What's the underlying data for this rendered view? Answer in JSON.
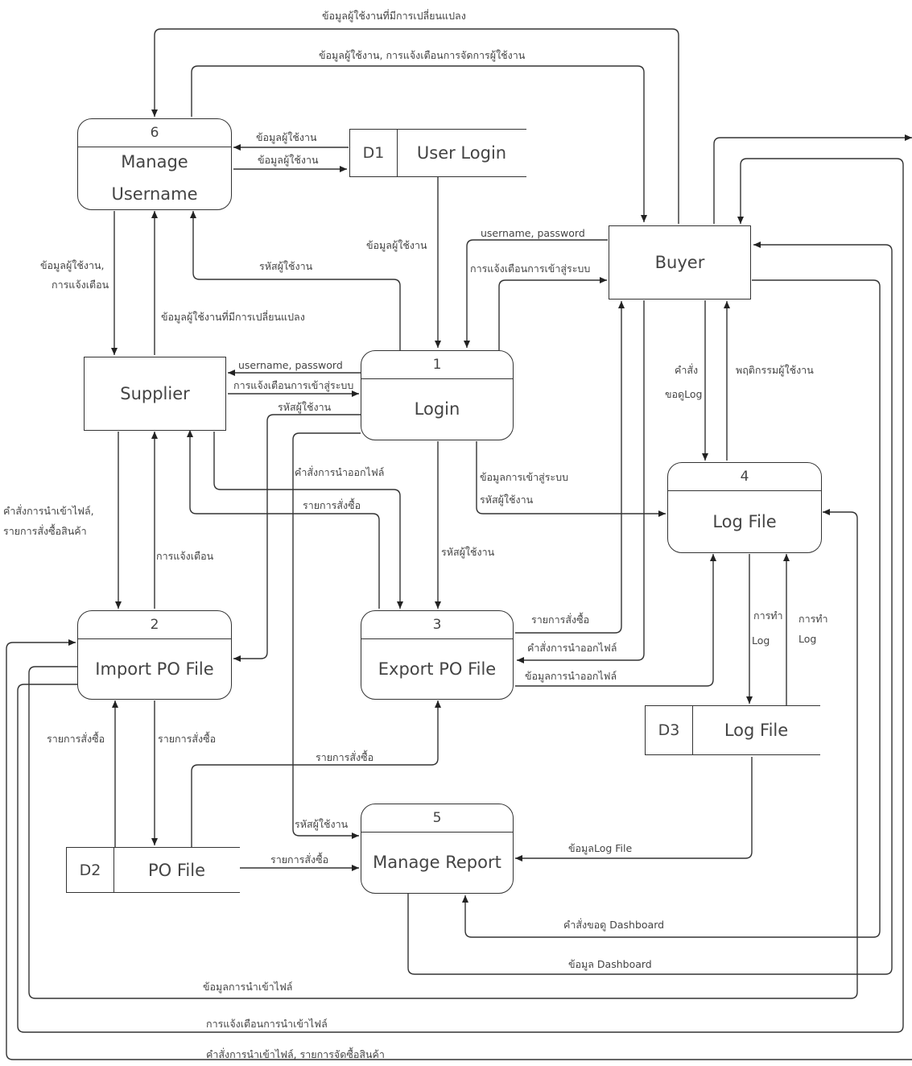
{
  "processes": {
    "p1": {
      "number": "1",
      "name": "Login"
    },
    "p2": {
      "number": "2",
      "name": "Import PO File"
    },
    "p3": {
      "number": "3",
      "name": "Export PO File"
    },
    "p4": {
      "number": "4",
      "name": "Log File"
    },
    "p5": {
      "number": "5",
      "name": "Manage Report"
    },
    "p6": {
      "number": "6",
      "name": "Manage Username"
    }
  },
  "entities": {
    "supplier": "Supplier",
    "buyer": "Buyer"
  },
  "stores": {
    "d1": {
      "id": "D1",
      "name": "User Login"
    },
    "d2": {
      "id": "D2",
      "name": "PO File"
    },
    "d3": {
      "id": "D3",
      "name": "Log File"
    }
  },
  "flows": {
    "top_changed_user": "ข้อมูลผู้ใช้งานที่มีการเปลี่ยนแปลง",
    "top_user_notice": "ข้อมูลผู้ใช้งาน, การแจ้งเตือนการจัดการผู้ใช้งาน",
    "d1_to_p6": "ข้อมูลผู้ใช้งาน",
    "p6_to_d1": "ข้อมูลผู้ใช้งาน",
    "d1_to_p1": "ข้อมูลผู้ใช้งาน",
    "p1_to_p6": "รหัสผู้ใช้งาน",
    "p6_to_supplier_1": "ข้อมูลผู้ใช้งาน,",
    "p6_to_supplier_2": "การแจ้งเตือน",
    "supplier_to_p6": "ข้อมูลผู้ใช้งานที่มีการเปลี่ยนแปลง",
    "supplier_to_p1": "username, password",
    "p1_to_supplier": "การแจ้งเตือนการเข้าสู่ระบบ",
    "p1_to_p2_id": "รหัสผู้ใช้งาน",
    "buyer_to_p1": "username, password",
    "p1_to_buyer": "การแจ้งเตือนการเข้าสู่ระบบ",
    "supplier_to_p3_cmd": "คำสั่งการนำออกไฟล์",
    "p3_to_supplier": "รายการสั่งซื้อ",
    "p1_to_p4_1": "ข้อมูลการเข้าสู่ระบบ",
    "p1_to_p4_2": "รหัสผู้ใช้งาน",
    "p1_to_p3": "รหัสผู้ใช้งาน",
    "supplier_to_p2_1": "คำสั่งการนำเข้าไฟล์,",
    "supplier_to_p2_2": "รายการสั่งซื้อสินค้า",
    "p2_to_supplier": "การแจ้งเตือน",
    "buyer_to_p4_1": "คำสั่ง",
    "buyer_to_p4_2": "ขอดูLog",
    "p4_to_buyer": "พฤติกรรมผู้ใช้งาน",
    "p3_to_buyer": "รายการสั่งซื้อ",
    "buyer_to_p3": "คำสั่งการนำออกไฟล์",
    "p3_to_p4": "ข้อมูลการนำออกไฟล์",
    "p4_to_d3_1": "การทำ",
    "p4_to_d3_2": "Log",
    "d3_to_p4_1": "การทำ",
    "d3_to_p4_2": "Log",
    "d2_to_p2": "รายการสั่งซื้อ",
    "p2_to_d2": "รายการสั่งซื้อ",
    "d2_to_p3": "รายการสั่งซื้อ",
    "p1_to_p5": "รหัสผู้ใช้งาน",
    "d2_to_p5": "รายการสั่งซื้อ",
    "d3_to_p5": "ข้อมูลLog File",
    "buyer_to_p5": "คำสั่งขอดู Dashboard",
    "p5_to_buyer": "ข้อมูล Dashboard",
    "p2_import_data": "ข้อมูลการนำเข้าไฟล์",
    "p2_import_notice": "การแจ้งเตือนการนำเข้าไฟล์",
    "buyer_import_cmd": "คำสั่งการนำเข้าไฟล์, รายการจัดซื้อสินค้า"
  }
}
